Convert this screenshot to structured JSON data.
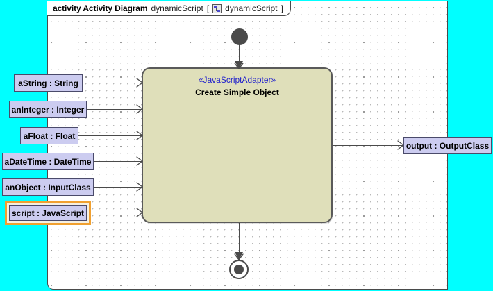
{
  "frame": {
    "keyword": "activity Activity Diagram",
    "name": "dynamicScript",
    "bracket_open": "[",
    "icon_name": "activity-diagram-icon",
    "qualified_name": "dynamicScript",
    "bracket_close": "]"
  },
  "activity": {
    "stereotype": "«JavaScriptAdapter»",
    "label": "Create Simple Object",
    "fill_color": "#dfdfba",
    "border_color": "#5a5a5a",
    "stereotype_color": "#2222cc"
  },
  "nodes": {
    "initial": "initial-node",
    "final": "activity-final-node"
  },
  "input_pins": [
    {
      "label": "aString : String",
      "selected": false
    },
    {
      "label": "anInteger : Integer",
      "selected": false
    },
    {
      "label": "aFloat : Float",
      "selected": false
    },
    {
      "label": "aDateTime : DateTime",
      "selected": false
    },
    {
      "label": "anObject : InputClass",
      "selected": false
    },
    {
      "label": "script : JavaScript",
      "selected": true
    }
  ],
  "output_pins": [
    {
      "label": "output : OutputClass",
      "selected": false
    }
  ],
  "colors": {
    "pin_fill": "#ccccf0",
    "pin_border": "#4a4a6a",
    "selection": "#f0a030",
    "canvas_outside": "#00ffff",
    "connector": "#4a4a4a"
  }
}
